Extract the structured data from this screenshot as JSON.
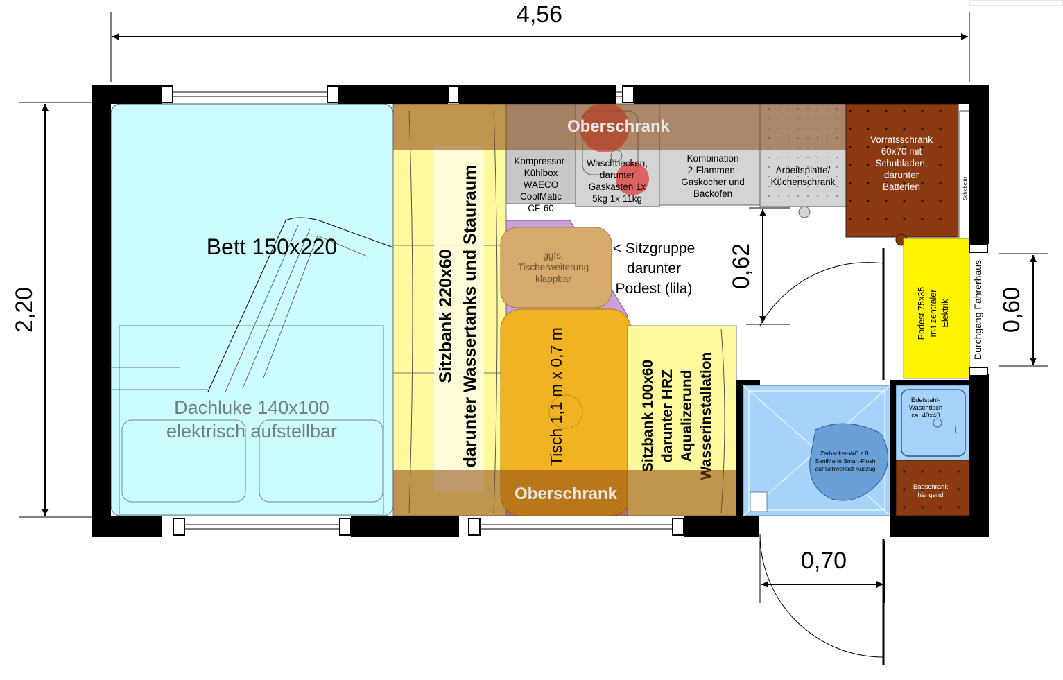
{
  "dimensions": {
    "width_total": "4,56",
    "height_total": "2,20",
    "aisle_width": "0,62",
    "door_passage": "0,60",
    "door_width": "0,70"
  },
  "rooms": {
    "bed": {
      "label": "Bett 150x220"
    },
    "roof_hatch": {
      "line1": "Dachluke 140x100",
      "line2": "elektrisch aufstellbar"
    },
    "bench_large": {
      "line1": "Sitzbank 220x60",
      "line2": "darunter Wassertanks und Stauraum"
    },
    "table_extension": {
      "line1": "ggfs.",
      "line2": "Tischerweiterung",
      "line3": "klappbar"
    },
    "table": {
      "label": "Tisch 1,1 m x 0,7 m"
    },
    "bench_small": {
      "line1": "Sitzbank 100x60",
      "line2": "darunter HRZ",
      "line3": "Aqualizerund",
      "line4": "Wasserinstallation"
    },
    "overhead_top": {
      "label": "Oberschrank"
    },
    "overhead_bottom": {
      "label": "Oberschrank"
    },
    "fridge": {
      "line1": "Kompressor-",
      "line2": "Kühlbox",
      "line3": "WAECO",
      "line4": "CoolMatic",
      "line5": "CF-60"
    },
    "sink": {
      "line1": "Waschbecken,",
      "line2": "darunter",
      "line3": "Gaskasten 1x",
      "line4": "5kg 1x 11kg"
    },
    "stove": {
      "line1": "Kombination",
      "line2": "2-Flammen-",
      "line3": "Gaskocher und",
      "line4": "Backofen"
    },
    "worktop": {
      "line1": "Arbeitsplatte/",
      "line2": "Küchenschrank"
    },
    "pantry": {
      "line1": "Vorratsschrank",
      "line2": "60x70 mit",
      "line3": "Schubladen,",
      "line4": "darunter",
      "line5": "Batterien"
    },
    "sliding_door": {
      "label": "Schiebetür"
    },
    "seating_note": {
      "line1": "< Sitzgruppe",
      "line2": "darunter",
      "line3": "Podest (lila)"
    },
    "platform": {
      "line1": "Podest 75x35",
      "line2": "mit zentraler",
      "line3": "Elektrik"
    },
    "passage": {
      "label": "Durchgang Fahrerhaus"
    },
    "washbasin": {
      "line1": "Edelstahl-",
      "line2": "Waschtisch",
      "line3": "ca. 40x40"
    },
    "toilet": {
      "line1": "Zerhacker-WC z.B.",
      "line2": "SaniMarin Smart-Flush",
      "line3": "auf Schwerlast-Auszug"
    },
    "bath_cabinet": {
      "line1": "Badschrank",
      "line2": "hängend"
    }
  },
  "colors": {
    "wall": "#000000",
    "bed": "#ccfcfd",
    "bench": "#fdf99c",
    "overhead": "#8b4513",
    "table": "#f0b323",
    "podest": "#c9a0dc",
    "kitchen": "#d4d4d4",
    "pantry": "#8b3a12",
    "bathroom": "#a7d3fa",
    "platform": "#fdf400",
    "stove_burner": "#e03c3c"
  }
}
